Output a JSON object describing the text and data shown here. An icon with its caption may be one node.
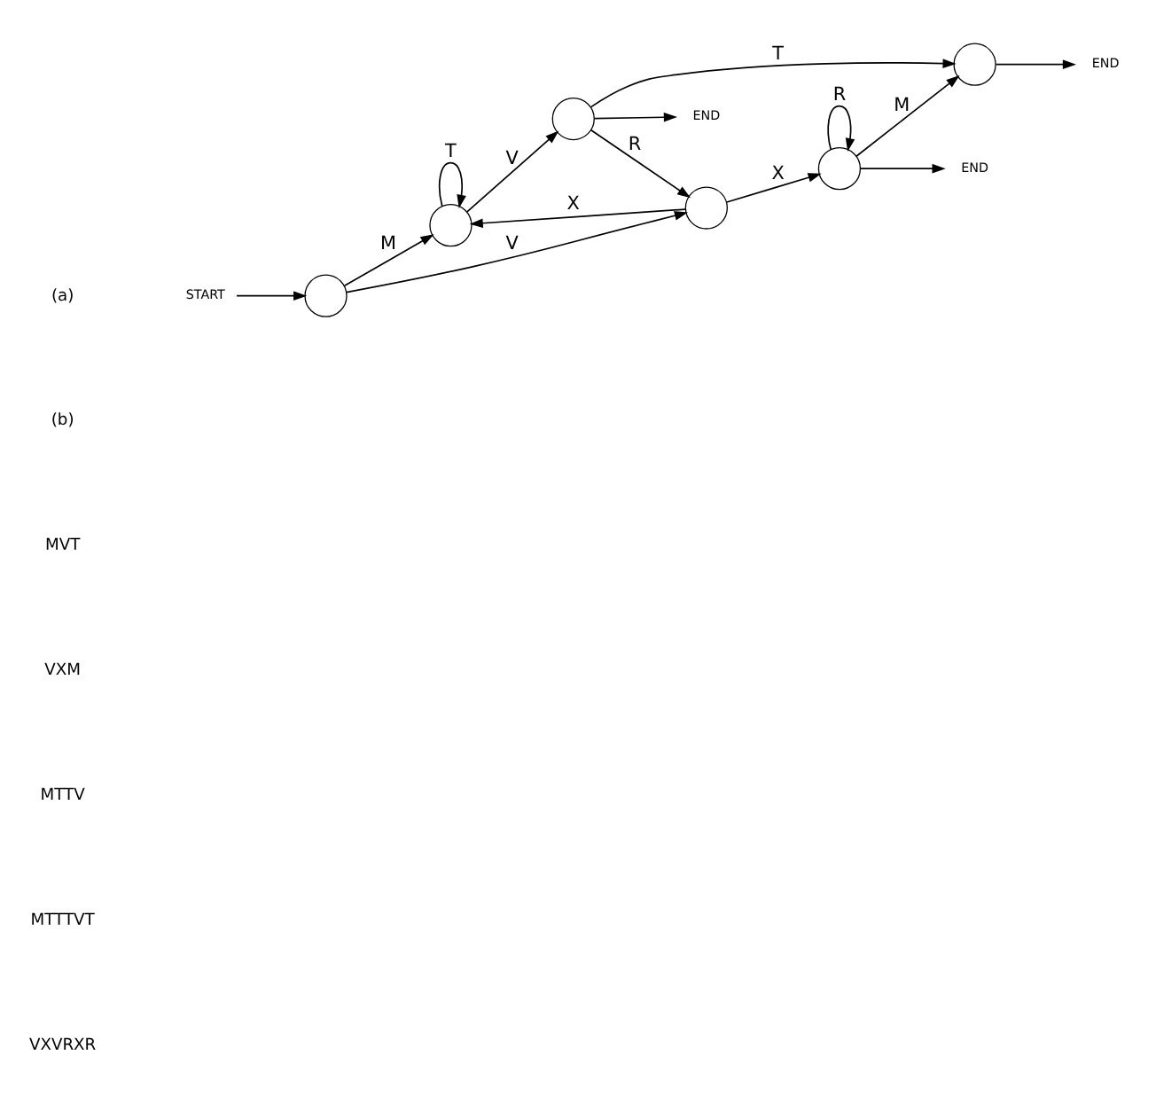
{
  "diagram": {
    "nodes": [
      {
        "text": [
          "START"
        ]
      },
      {
        "text": [],
        "shape": "circle"
      },
      {
        "text": [],
        "shape": "circle"
      },
      {
        "text": [],
        "shape": "circle"
      },
      {
        "text": [],
        "shape": "circle"
      },
      {
        "text": [
          "END"
        ]
      },
      {
        "text": [],
        "shape": "circle"
      },
      {
        "text": [
          "END"
        ]
      },
      {
        "text": [],
        "shape": "circle"
      },
      {
        "text": [
          "END"
        ]
      }
    ],
    "edges": [
      {
        "from": 0,
        "to": 1,
        "arrow": "to"
      },
      {
        "from": 1,
        "to": 2,
        "arrow": "to",
        "label": "M"
      },
      {
        "from": 1,
        "to": 3,
        "arrow": "to",
        "label": "V"
      },
      {
        "from": 2,
        "to": 2,
        "arrow": "to",
        "label": "T"
      },
      {
        "from": 2,
        "to": 4,
        "arrow": "to",
        "label": "V"
      },
      {
        "from": 3,
        "to": 2,
        "arrow": "to",
        "label": "X"
      },
      {
        "from": 4,
        "to": 3,
        "arrow": "to",
        "label": "R"
      },
      {
        "from": 4,
        "to": 5,
        "arrow": "to"
      },
      {
        "from": 4,
        "to": 6,
        "arrow": "to",
        "label": "T"
      },
      {
        "from": 3,
        "to": 8,
        "arrow": "to",
        "label": "X"
      },
      {
        "from": 8,
        "to": 8,
        "arrow": "to",
        "label": "R"
      },
      {
        "from": 8,
        "to": 6,
        "arrow": "to",
        "label": "M"
      },
      {
        "from": 6,
        "to": 7,
        "arrow": "to"
      },
      {
        "from": 8,
        "to": 9,
        "arrow": "to"
      }
    ],
    "labels": [
      "(a)",
      "(b)",
      "MVT",
      "VXM",
      "MTTV",
      "MTTTVT",
      "VXVRXR"
    ]
  }
}
